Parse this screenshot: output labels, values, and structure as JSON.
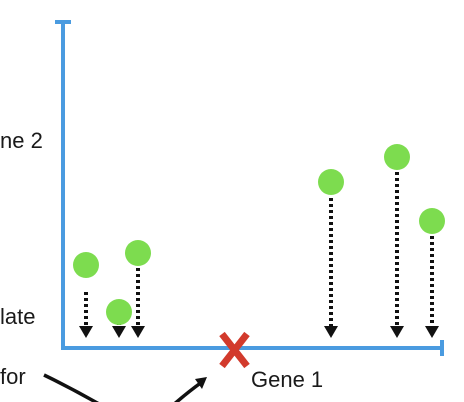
{
  "labels": {
    "gene2_partial": "ne 2",
    "template_partial": "late",
    "for_partial": "for",
    "gene1": "Gene 1"
  },
  "colors": {
    "axis": "#4a9be0",
    "point": "#7ddc4f",
    "cross": "#d23a2c",
    "arrow": "#111111"
  },
  "icons": {
    "center_marker": "red-x-icon"
  }
}
